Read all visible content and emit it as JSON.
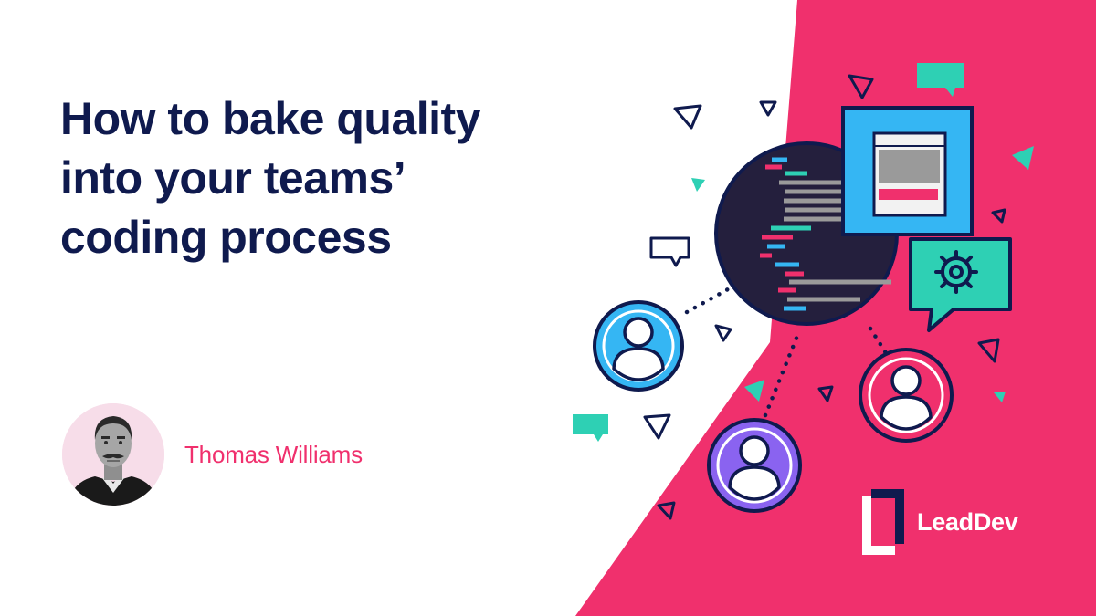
{
  "headline": {
    "lines": [
      "How to bake quality",
      "into your teams’",
      "coding process"
    ]
  },
  "author": {
    "name": "Thomas Williams"
  },
  "brand": {
    "name": "LeadDev"
  },
  "icons": [
    "code-window-icon",
    "browser-window-icon",
    "gear-chat-icon",
    "user-avatar-icon",
    "chat-bubble-icon",
    "triangle-icon",
    "leaddev-logo-icon"
  ],
  "colors": {
    "navy": "#0f1a4e",
    "pink": "#f0306d",
    "teal": "#2ed0b4",
    "blue": "#35b6f3",
    "purple": "#8a63f0",
    "avatar_bg": "#f7dde9"
  }
}
